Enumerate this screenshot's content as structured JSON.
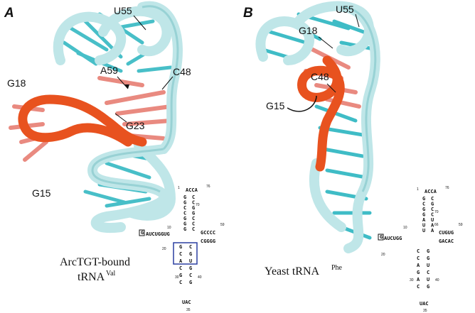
{
  "panels": [
    {
      "letter": "A",
      "labels": {
        "u55": "U55",
        "g18": "G18",
        "a59": "A59",
        "c48": "C48",
        "g23": "G23",
        "g15": "G15"
      },
      "caption_line1": "ArcTGT-bound",
      "caption_line2": "tRNA",
      "caption_sup": "Val"
    },
    {
      "letter": "B",
      "labels": {
        "u55": "U55",
        "g18": "G18",
        "c48": "C48",
        "g15": "G15"
      },
      "caption_line1": "Yeast tRNA",
      "caption_sup": "Phe"
    }
  ],
  "colors": {
    "backbone": "#bfe6e8",
    "backbone_dark": "#7fc4c8",
    "bases": "#3fbcc6",
    "highlight": "#e8521f",
    "highlight_bases": "#e98a80",
    "box": "#2a3fa0"
  },
  "secondary_structure": {
    "a": {
      "tail": "ACCA",
      "acceptor_5": [
        "G",
        "G",
        "C",
        "C",
        "G",
        "G",
        "G"
      ],
      "acceptor_3": [
        "C",
        "C",
        "G",
        "G",
        "C",
        "C",
        "C"
      ],
      "d_loop": "AUCUGGUG",
      "t_arm": "GCCCC",
      "t_arm2": "CGGGG",
      "anticodon_5": [
        "G",
        "C",
        "A",
        "C",
        "G",
        "C"
      ],
      "anticodon_3": [
        "C",
        "G",
        "U",
        "G",
        "C",
        "G"
      ],
      "loop": "UAC",
      "nums": [
        "1",
        "76",
        "70",
        "10",
        "59",
        "20",
        "30",
        "40",
        "35"
      ],
      "boxed_nt": "G"
    },
    "b": {
      "tail": "ACCA",
      "acceptor_5": [
        "G",
        "C",
        "G",
        "G",
        "A",
        "U",
        "U"
      ],
      "acceptor_3": [
        "C",
        "G",
        "C",
        "C",
        "U",
        "A",
        "A"
      ],
      "d_loop": "AUCUGG",
      "t_arm": "CUGUG",
      "t_arm2": "GACAC",
      "anticodon_5": [
        "C",
        "C",
        "A",
        "G",
        "A",
        "C"
      ],
      "anticodon_3": [
        "G",
        "G",
        "U",
        "C",
        "U",
        "G"
      ],
      "loop": "UAC",
      "nums": [
        "1",
        "76",
        "70",
        "10",
        "59",
        "20",
        "30",
        "40",
        "35",
        "66"
      ],
      "boxed_nt": "G"
    }
  }
}
